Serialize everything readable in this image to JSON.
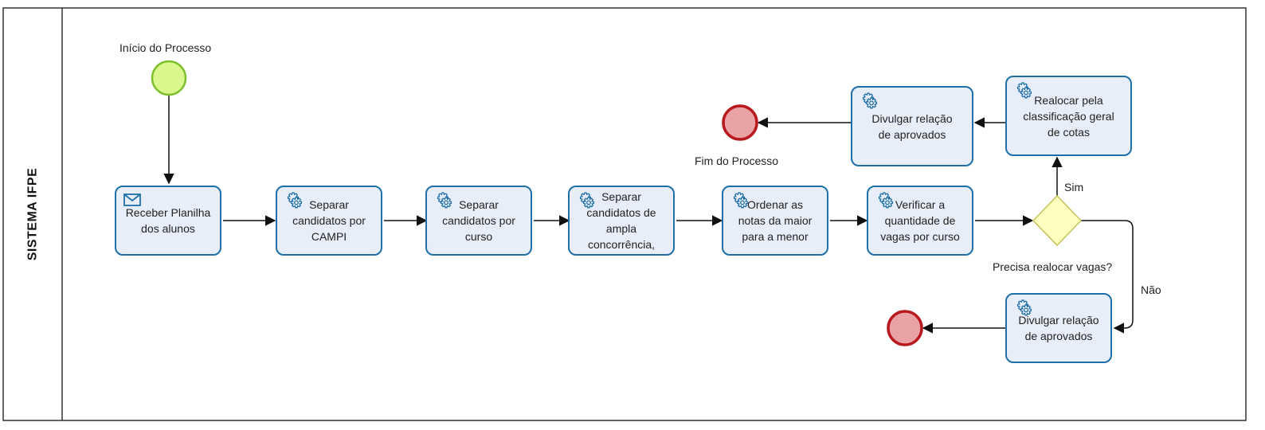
{
  "lane": {
    "title": "SISTEMA IFPE"
  },
  "events": {
    "start_label": "Início do Processo",
    "end_label": "Fim do Processo"
  },
  "tasks": [
    {
      "text": "Receber Planilha\ndos alunos",
      "icon": "envelope-icon"
    },
    {
      "text": "Separar\ncandidatos por\nCAMPI",
      "icon": "gear-icon"
    },
    {
      "text": "Separar\ncandidatos por\ncurso",
      "icon": "gear-icon"
    },
    {
      "text": "Separar\ncandidatos de\nampla\nconcorrência,",
      "icon": "gear-icon"
    },
    {
      "text": "Ordenar as\nnotas da maior\npara a menor",
      "icon": "gear-icon"
    },
    {
      "text": "Verificar a\nquantidade de\nvagas por curso",
      "icon": "gear-icon"
    },
    {
      "text": "Realocar pela\nclassificação geral\nde cotas",
      "icon": "gear-icon"
    },
    {
      "text": "Divulgar relação\nde aprovados",
      "icon": "gear-icon"
    },
    {
      "text": "Divulgar relação\nde aprovados",
      "icon": "gear-icon"
    }
  ],
  "gateway": {
    "question": "Precisa realocar vagas?",
    "yes_label": "Sim",
    "no_label": "Não"
  },
  "colors": {
    "task_border": "#1f6fa8",
    "task_fill": "#e8eef9",
    "start_fill": "#d9f78c",
    "start_stroke": "#7cbf2a",
    "end_fill": "#e9a3a5",
    "end_stroke": "#b8191f",
    "gateway_fill": "#ffffbf",
    "gateway_stroke": "#c4c25a"
  }
}
